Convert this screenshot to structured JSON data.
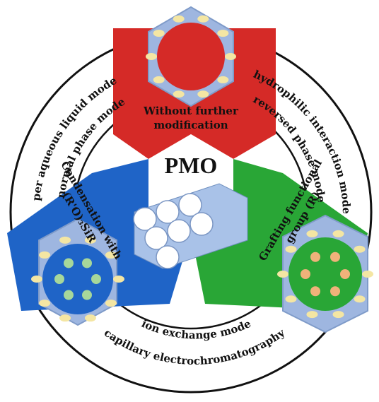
{
  "center": {
    "title": "PMO"
  },
  "segments": {
    "top": {
      "line1": "Without further",
      "line2": "modification",
      "color": "#d52a27"
    },
    "left": {
      "line1": "Condensation with",
      "line2": "(R'O)₃SiR",
      "color": "#1f64c7"
    },
    "right": {
      "line1": "Grafting functional",
      "line2": "group (R)",
      "color": "#29a636"
    }
  },
  "modes": {
    "upper_left": {
      "line1": "per aqueous liquid mode",
      "line2": "normal phase mode"
    },
    "upper_right": {
      "line1": "hydrophilic interaction mode",
      "line2": "reversed phase mode"
    },
    "bottom": {
      "line1": "capillary electrochromatography",
      "line2": "ion exchange mode"
    }
  },
  "colors": {
    "ring": "#ffffff",
    "ring_outline": "#111111",
    "hex_frame": "#9eb6e0",
    "pore_particle": "#f4e6a3",
    "pore_inner_top": "#d52a27",
    "pore_inner_left_dots": "#a7d79a",
    "pore_inner_right_dots": "#f0b27a"
  }
}
